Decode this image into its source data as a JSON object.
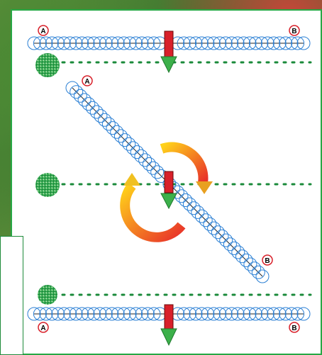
{
  "diagram": {
    "label_a": "A",
    "label_b": "B",
    "colors": {
      "panel_border": "#27a845",
      "coverage_circle": "#2a7fd4",
      "guide_dots": "#1a8a3a",
      "vehicle": "#d8202a",
      "arrow_heading": "#3cb04a",
      "rotate_arrow_start": "#ffd21a",
      "rotate_arrow_end": "#e8302a",
      "marker_green": "#2aa84a"
    },
    "icons": [
      "guide-line-a-b",
      "boom-coverage-circles",
      "vehicle-icon",
      "heading-arrow-icon",
      "rotate-arrows-icon",
      "turn-marker-icon"
    ]
  }
}
